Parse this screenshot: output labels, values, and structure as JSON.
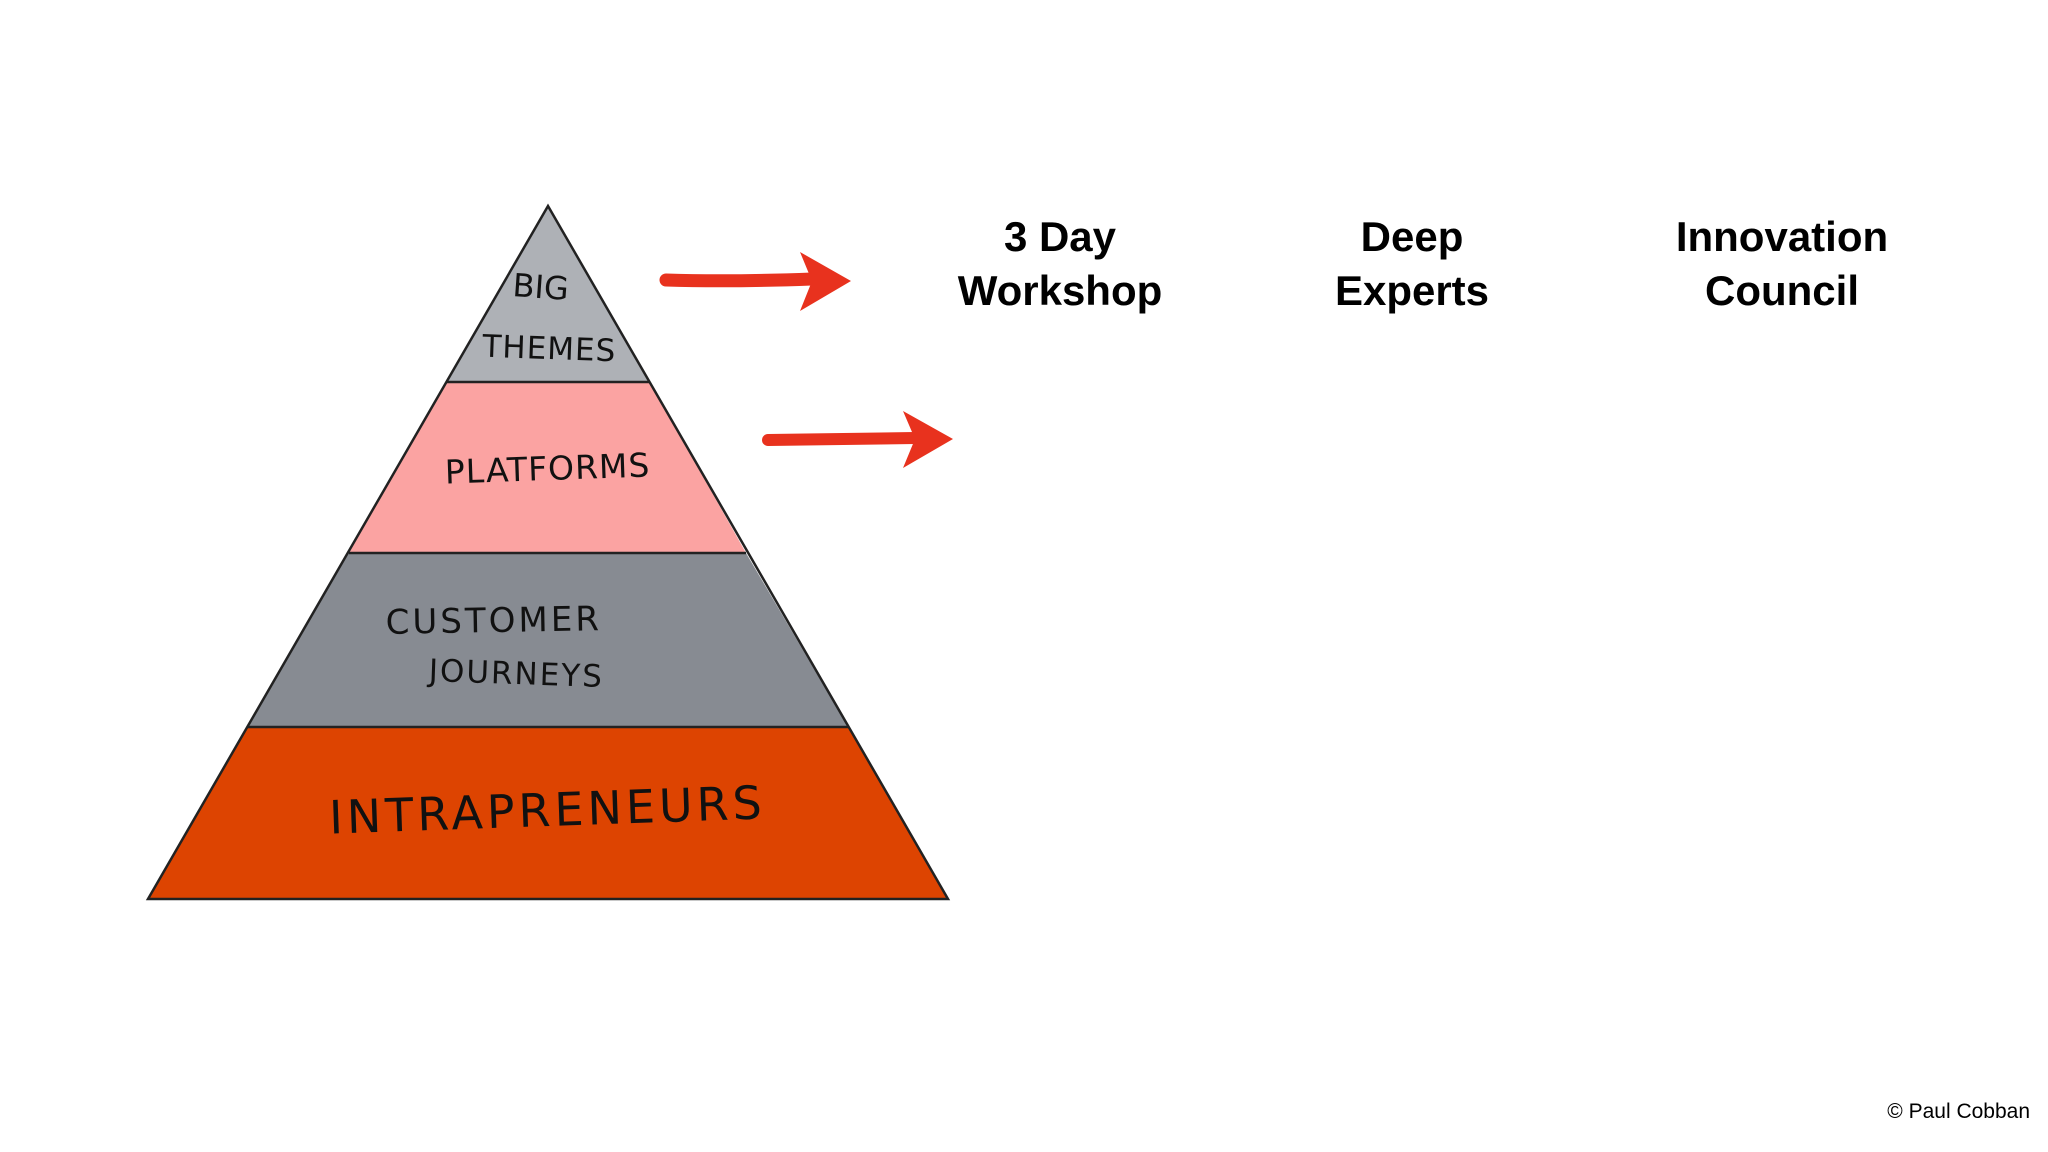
{
  "pyramid": {
    "layers": [
      {
        "lines": [
          "BIG",
          "THEMES"
        ],
        "color": "#aeb1b6"
      },
      {
        "lines": [
          "PLATFORMS"
        ],
        "color": "#fba3a2"
      },
      {
        "lines": [
          "CUSTOMER",
          "JOURNEYS"
        ],
        "color": "#878b92"
      },
      {
        "lines": [
          "INTRAPRENEURS"
        ],
        "color": "#dd4401"
      }
    ]
  },
  "arrows": {
    "color": "#e8321e"
  },
  "columns": [
    {
      "line1": "3 Day",
      "line2": "Workshop"
    },
    {
      "line1": "Deep",
      "line2": "Experts"
    },
    {
      "line1": "Innovation",
      "line2": "Council"
    }
  ],
  "copyright": "© Paul Cobban"
}
